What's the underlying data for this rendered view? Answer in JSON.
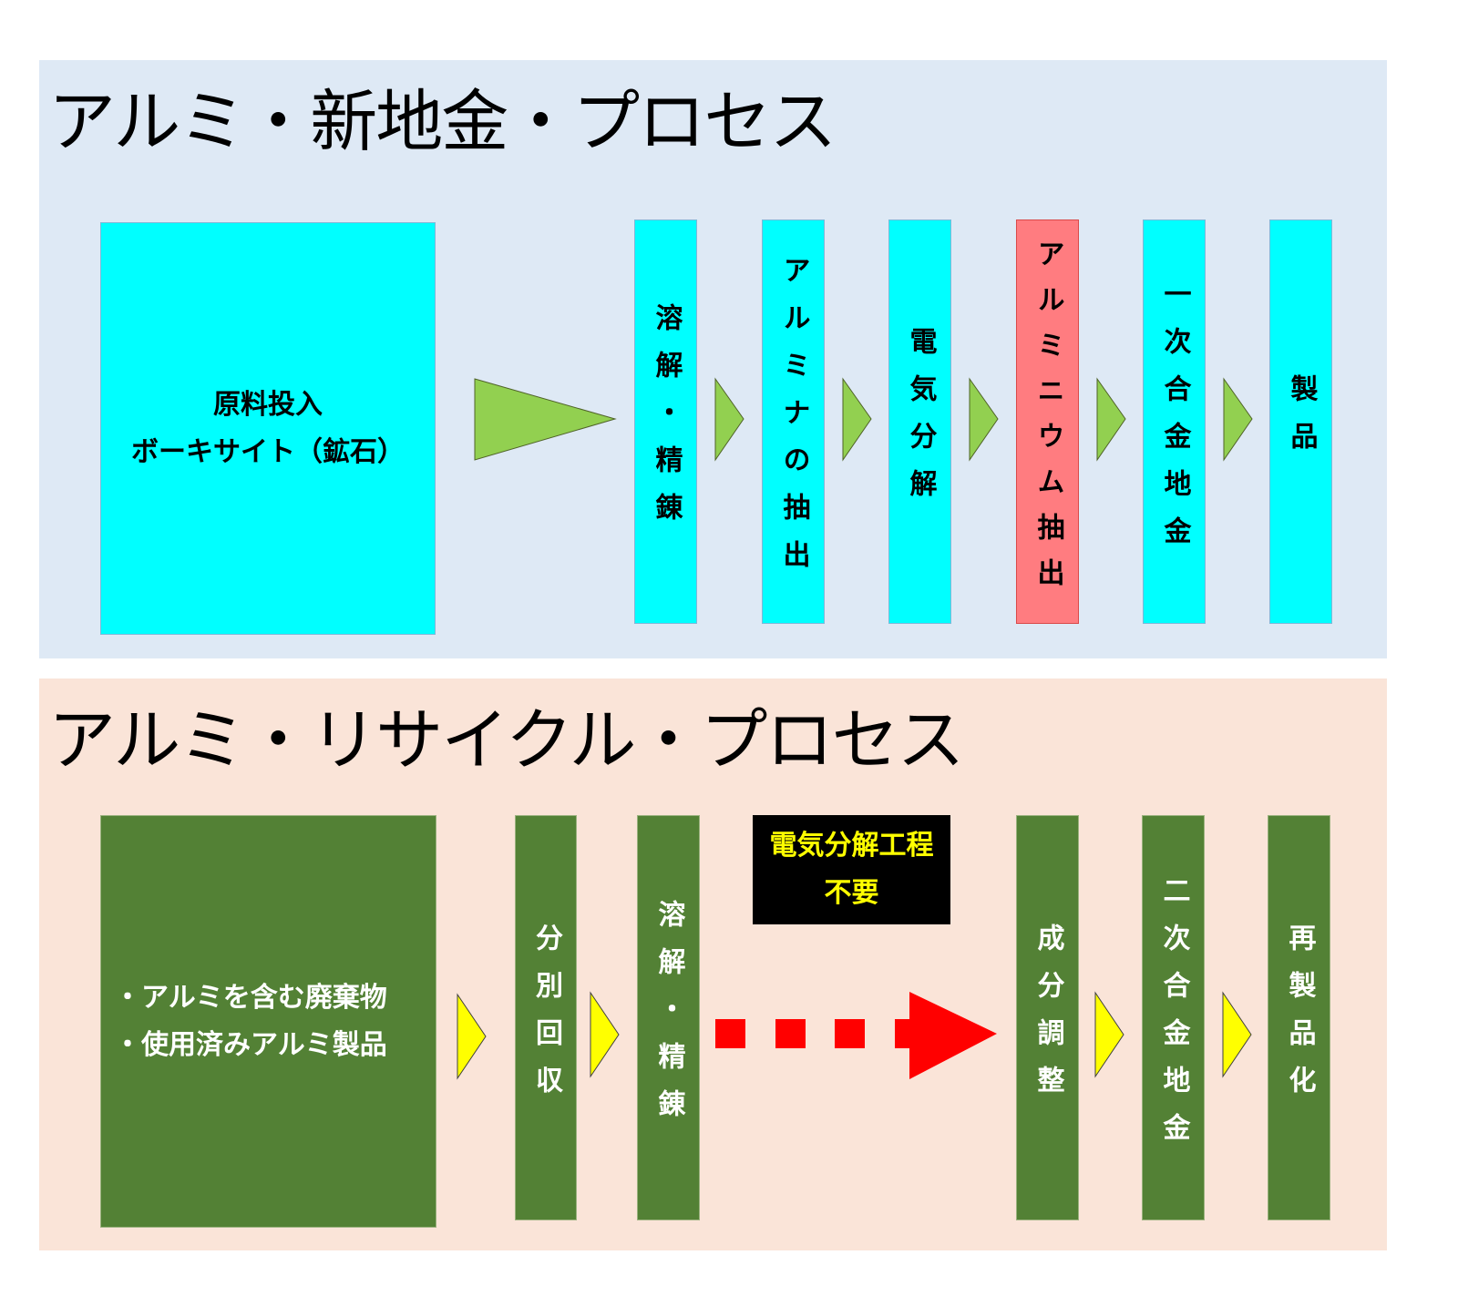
{
  "new_process": {
    "title": "アルミ・新地金・プロセス",
    "background": "#dee9f5",
    "input_box": {
      "lines": [
        "原料投入",
        "ボーキサイト（鉱石）"
      ],
      "color": "#00ffff"
    },
    "steps": [
      {
        "label": "溶解・精錬",
        "color": "#00ffff"
      },
      {
        "label": "アルミナの抽出",
        "color": "#00ffff"
      },
      {
        "label": "電気分解",
        "color": "#00ffff"
      },
      {
        "label": "アルミニウム抽出",
        "color": "#ff7c80",
        "highlighted": true
      },
      {
        "label": "一次合金地金",
        "color": "#00ffff"
      },
      {
        "label": "製品",
        "color": "#00ffff"
      }
    ],
    "arrow_color": "#92d050",
    "arrow_icon": "triangle-right-icon"
  },
  "recycle_process": {
    "title": "アルミ・リサイクル・プロセス",
    "background": "#fae4d8",
    "input_box": {
      "lines": [
        "・アルミを含む廃棄物",
        "・使用済みアルミ製品"
      ],
      "color": "#538135"
    },
    "steps": [
      {
        "label": "分別回収",
        "color": "#538135"
      },
      {
        "label": "溶解・精錬",
        "color": "#538135"
      },
      {
        "label": "成分調整",
        "color": "#538135"
      },
      {
        "label": "二次合金地金",
        "color": "#538135"
      },
      {
        "label": "再製品化",
        "color": "#538135"
      }
    ],
    "note": {
      "lines": [
        "電気分解工程",
        "不要"
      ],
      "background": "#000000",
      "text_color": "#ffff00"
    },
    "skip_arrow": {
      "color": "#ff0000",
      "style": "dotted",
      "icon": "dotted-arrow-right-icon"
    },
    "arrow_color": "#ffff00",
    "arrow_icon": "triangle-right-icon"
  }
}
